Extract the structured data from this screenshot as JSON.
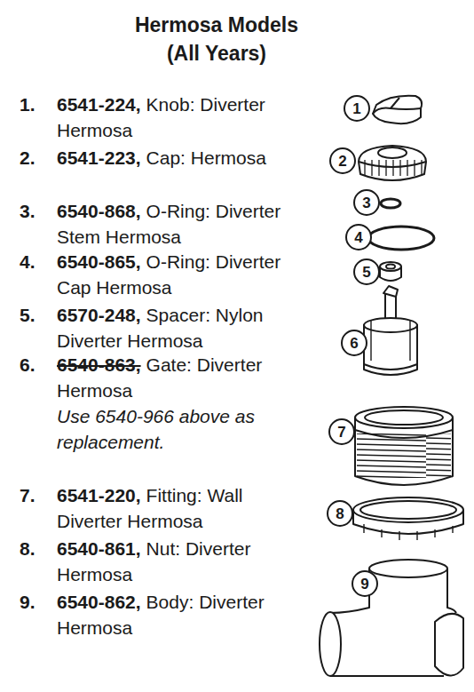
{
  "diagram": {
    "title": "Hermosa Models (All Years)",
    "nodes": [
      {
        "text": [
          "1"
        ]
      },
      {
        "text": [
          "2"
        ]
      },
      {
        "text": [
          "3"
        ]
      },
      {
        "text": [
          "4"
        ]
      },
      {
        "text": [
          "5"
        ]
      },
      {
        "text": [
          "6"
        ]
      },
      {
        "text": [
          "7"
        ]
      },
      {
        "text": [
          "8"
        ]
      },
      {
        "text": [
          "9"
        ]
      }
    ],
    "labels": [
      "1.",
      "6541-224,",
      "Knob: Diverter Hermosa",
      "2.",
      "6541-223,",
      "Cap: Hermosa",
      "3.",
      "6540-868,",
      "O-Ring: Diverter Stem Hermosa",
      "4.",
      "6540-865,",
      "O-Ring: Diverter Cap Hermosa",
      "5.",
      "6570-248,",
      "Spacer: Nylon Diverter Hermosa",
      "6.",
      "6540-863,",
      "Gate: Diverter Hermosa",
      "Use 6540-966 above as replacement.",
      "7.",
      "6541-220,",
      "Fitting: Wall Diverter Hermosa",
      "8.",
      "6540-861,",
      "Nut: Diverter Hermosa",
      "9.",
      "6540-862,",
      "Body: Diverter Hermosa"
    ]
  }
}
